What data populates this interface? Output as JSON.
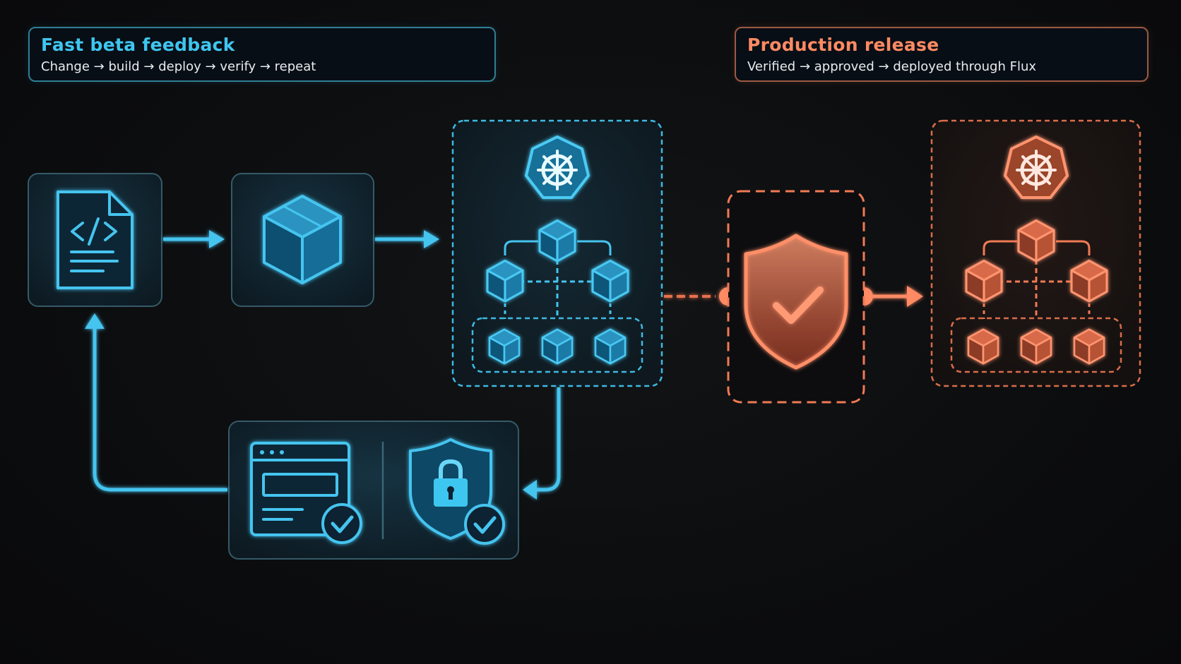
{
  "beta_header": {
    "title": "Fast beta feedback",
    "subtitle": "Change → build → deploy → verify → repeat"
  },
  "prod_header": {
    "title": "Production release",
    "subtitle": "Verified → approved → deployed through Flux"
  },
  "colors": {
    "beta_accent": "#38bdf8",
    "prod_accent": "#ff7f5a",
    "background": "#0c0d0f"
  },
  "nodes": [
    {
      "id": "source-code",
      "icon": "code-file-icon"
    },
    {
      "id": "build-artifact",
      "icon": "package-box-icon"
    },
    {
      "id": "beta-cluster",
      "icon": "kubernetes-helm-icon"
    },
    {
      "id": "verification",
      "icon": "browser-check-icon, security-lock-shield-icon"
    },
    {
      "id": "approval-gate",
      "icon": "shield-check-icon"
    },
    {
      "id": "production-cluster",
      "icon": "kubernetes-helm-icon"
    }
  ]
}
